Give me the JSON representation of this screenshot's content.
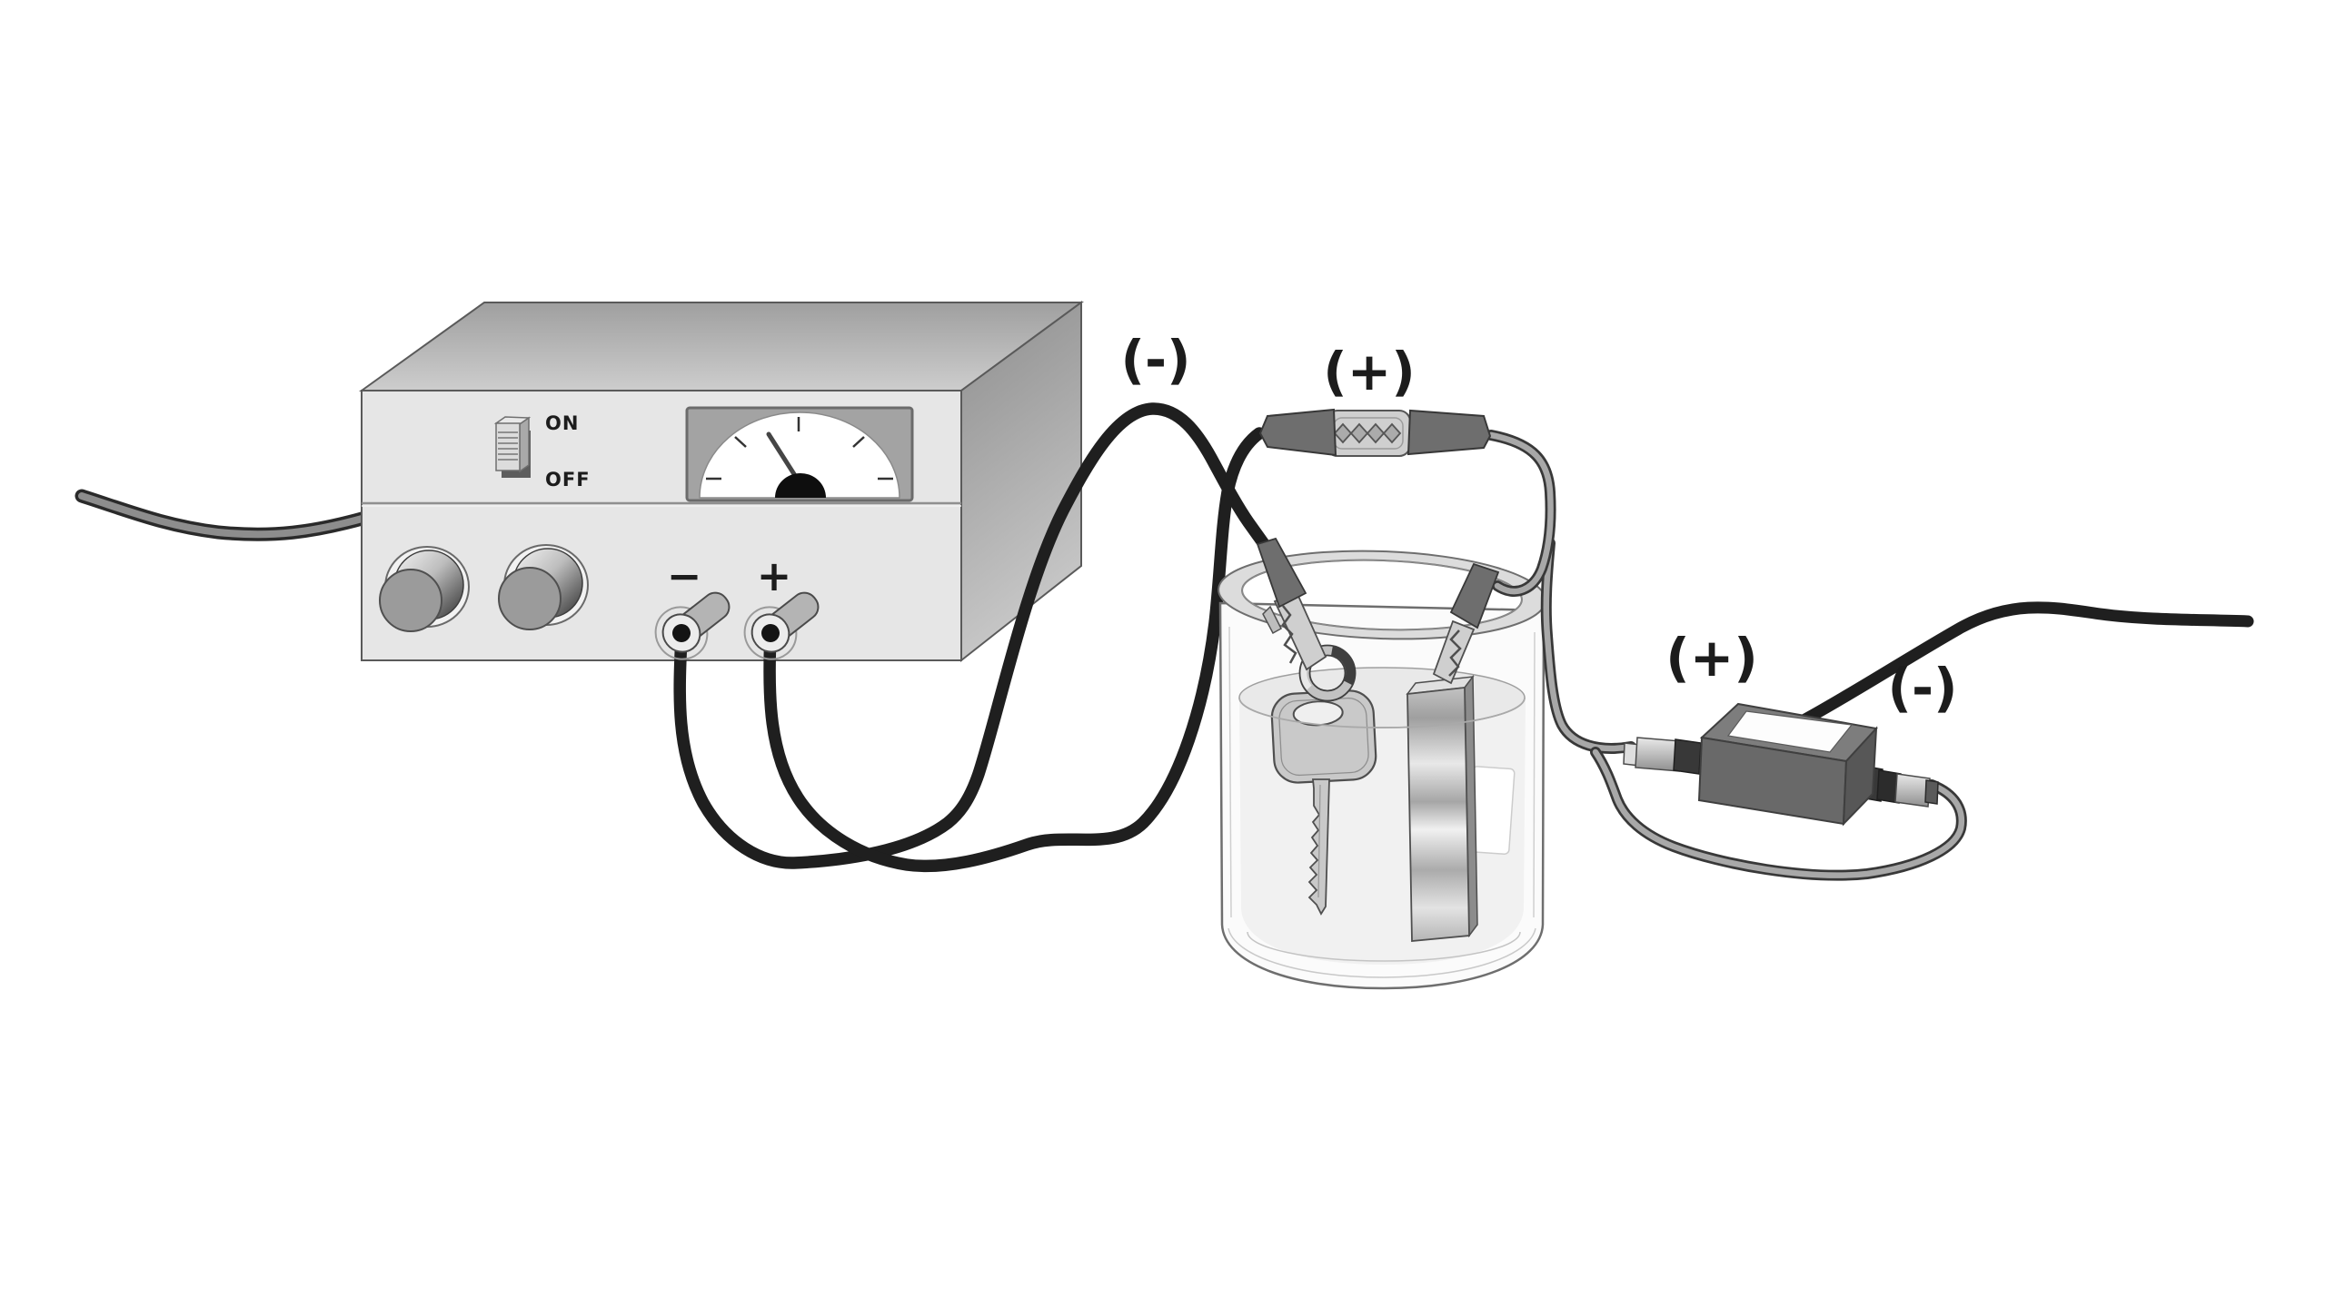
{
  "power_supply": {
    "switch": {
      "on": "ON",
      "off": "OFF"
    },
    "terminals": {
      "negative": "−",
      "positive": "+"
    }
  },
  "circuit_labels": {
    "negative_wire_to_key": "(-)",
    "positive_splice": "(+)",
    "converter_positive": "(+)",
    "converter_negative": "(-)"
  },
  "components": {
    "power_supply": "dc-power-supply",
    "meter": "analog-meter",
    "beaker": "glass-beaker",
    "cathode_object": "key-on-ring",
    "anode_object": "metal-strip",
    "splice": "alligator-clip-splice",
    "converter": "inline-converter-box"
  },
  "colors": {
    "background": "#ffffff",
    "supply_front": "#e6e6e6",
    "supply_top": "#b6b6b6",
    "supply_side": "#a2a2a2",
    "meter_frame": "#a3a3a3",
    "meter_dial": "#ffffff",
    "black_wire": "#1f1f1f",
    "gray_wire_core": "#a8a8a8",
    "clip_boot": "#6e6e6e",
    "converter_front": "#696969",
    "converter_top": "#7d7d7d",
    "beaker_glass": "#fbfbfb",
    "water": "#f1f1f1",
    "key_metal": "#c9c9c9",
    "knob": "#9b9b9b"
  }
}
